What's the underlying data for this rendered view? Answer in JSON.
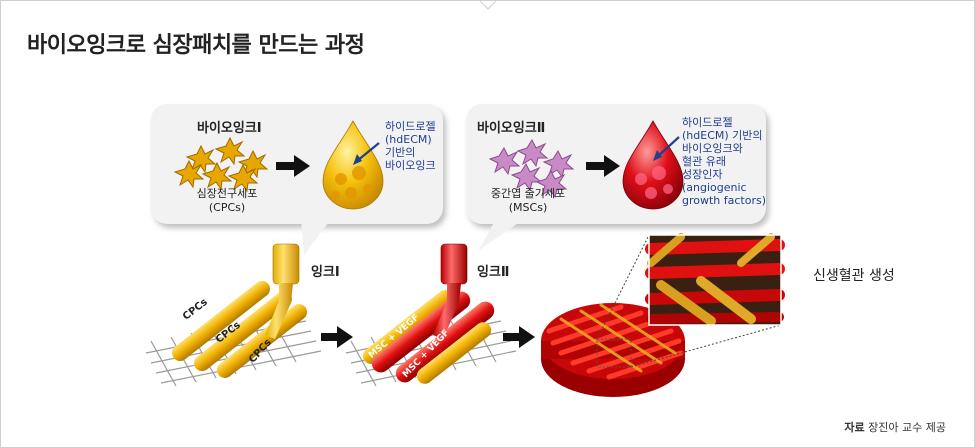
{
  "title": "바이오잉크로 심장패치를 만드는 과정",
  "bioink1": {
    "title": "바이오잉크Ⅰ",
    "cells_label_line1": "심장전구세포",
    "cells_label_line2": "(CPCs)",
    "result_lines": [
      "하이드로젤",
      "(hdECM)",
      "기반의",
      "바이오잉크"
    ]
  },
  "bioink2": {
    "title": "바이오잉크Ⅱ",
    "cells_label_line1": "중간엽 줄기세포",
    "cells_label_line2": "(MSCs)",
    "result_lines": [
      "하이드로젤",
      "(hdECM) 기반의",
      "바이오잉크와",
      "혈관 유래",
      "성장인자",
      "(angiogenic",
      "growth factors)"
    ]
  },
  "ink1_label": "잉크Ⅰ",
  "ink2_label": "잉크Ⅱ",
  "rod_label_cpc": "CPCs",
  "rod_label_msc": "MSC + VEGF",
  "vascular_label": "신생혈관 생성",
  "credit_bold": "자료",
  "credit_rest": "장진아 교수 제공",
  "colors": {
    "yellow": "#f0b90b",
    "red": "#e01010",
    "blue_text": "#1f3f8f"
  }
}
